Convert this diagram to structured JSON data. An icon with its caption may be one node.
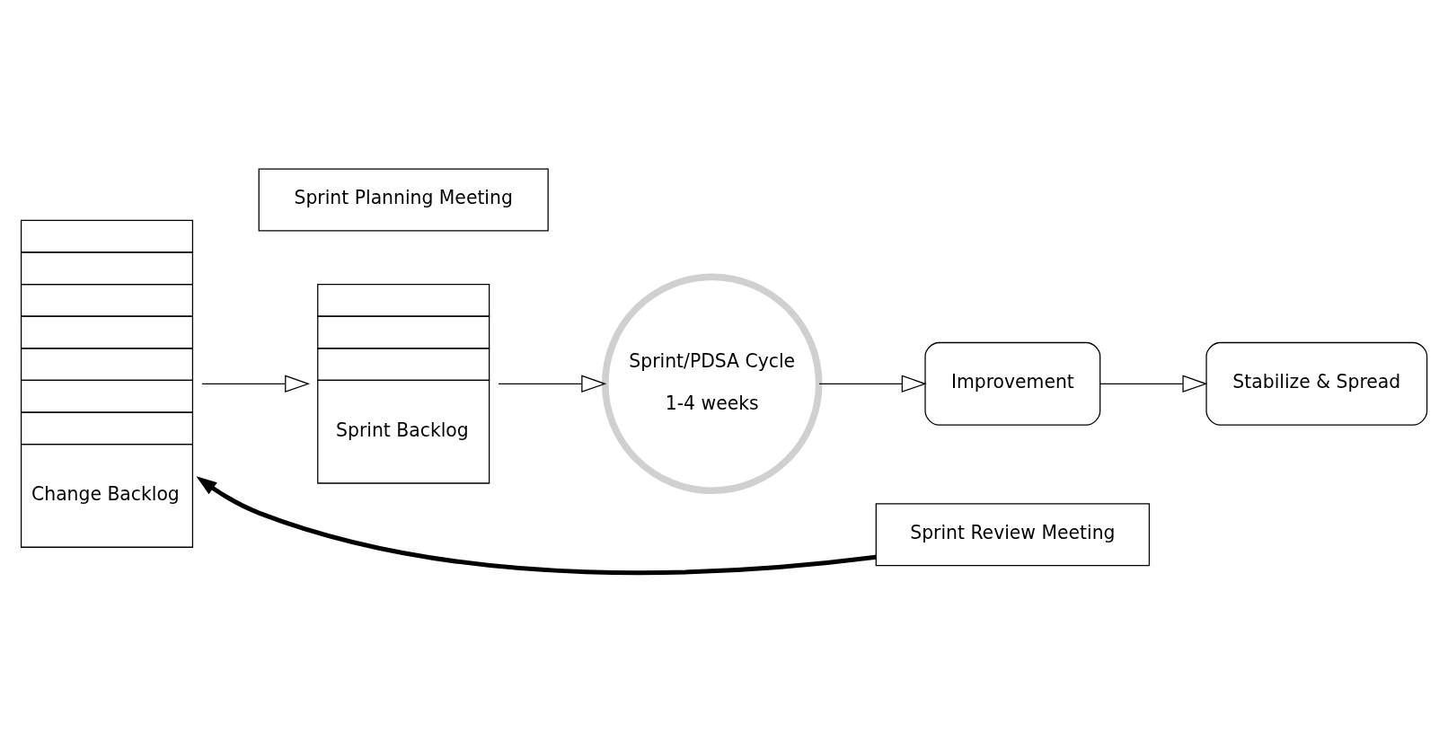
{
  "diagram": {
    "nodes": [
      {
        "text": [
          "Change Backlog"
        ]
      },
      {
        "text": [
          "Sprint Backlog"
        ]
      },
      {
        "text": [
          "Sprint/PDSA Cycle",
          "1-4 weeks"
        ]
      },
      {
        "text": [
          "Improvement"
        ]
      },
      {
        "text": [
          "Stabilize & Spread"
        ]
      },
      {
        "text": [
          "Sprint Planning Meeting"
        ]
      },
      {
        "text": [
          "Sprint Review Meeting"
        ]
      }
    ],
    "edges": [
      {
        "from": 0,
        "to": 1,
        "arrow": "to"
      },
      {
        "from": 1,
        "to": 2,
        "arrow": "to"
      },
      {
        "from": 2,
        "to": 3,
        "arrow": "to"
      },
      {
        "from": 3,
        "to": 4,
        "arrow": "to"
      },
      {
        "from": 6,
        "to": 0,
        "arrow": "to",
        "style": "thick"
      }
    ]
  }
}
